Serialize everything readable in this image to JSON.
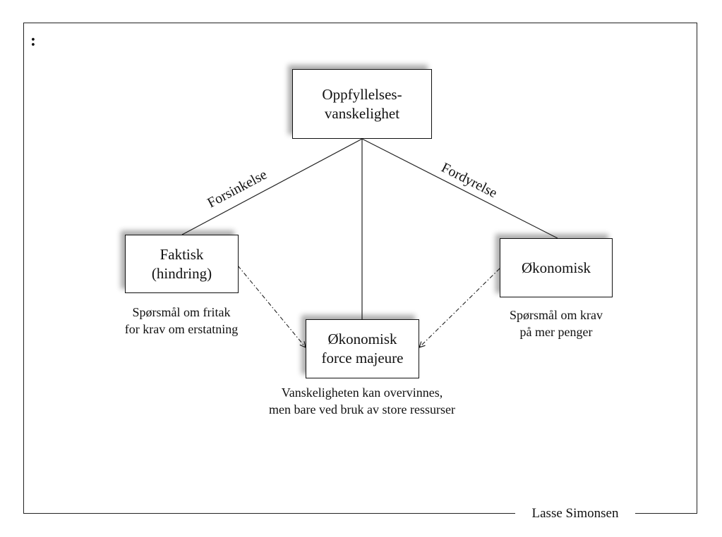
{
  "header": {
    "marker": ":"
  },
  "footer": {
    "author": "Lasse Simonsen"
  },
  "nodes": {
    "root": {
      "line1": "Oppfyllelses-",
      "line2": "vanskelighet"
    },
    "faktisk": {
      "line1": "Faktisk",
      "line2": "(hindring)"
    },
    "okonomisk_fm": {
      "line1": "Økonomisk",
      "line2": "force majeure"
    },
    "okonomisk": {
      "line1": "Økonomisk"
    }
  },
  "edge_labels": {
    "left": "Forsinkelse",
    "right": "Fordyrelse"
  },
  "captions": {
    "faktisk": {
      "line1": "Spørsmål om fritak",
      "line2": "for krav om erstatning"
    },
    "okonomisk_fm": {
      "line1": "Vanskeligheten kan overvinnes,",
      "line2": "men bare ved bruk av store ressurser"
    },
    "okonomisk": {
      "line1": "Spørsmål om krav",
      "line2": "på mer penger"
    }
  }
}
